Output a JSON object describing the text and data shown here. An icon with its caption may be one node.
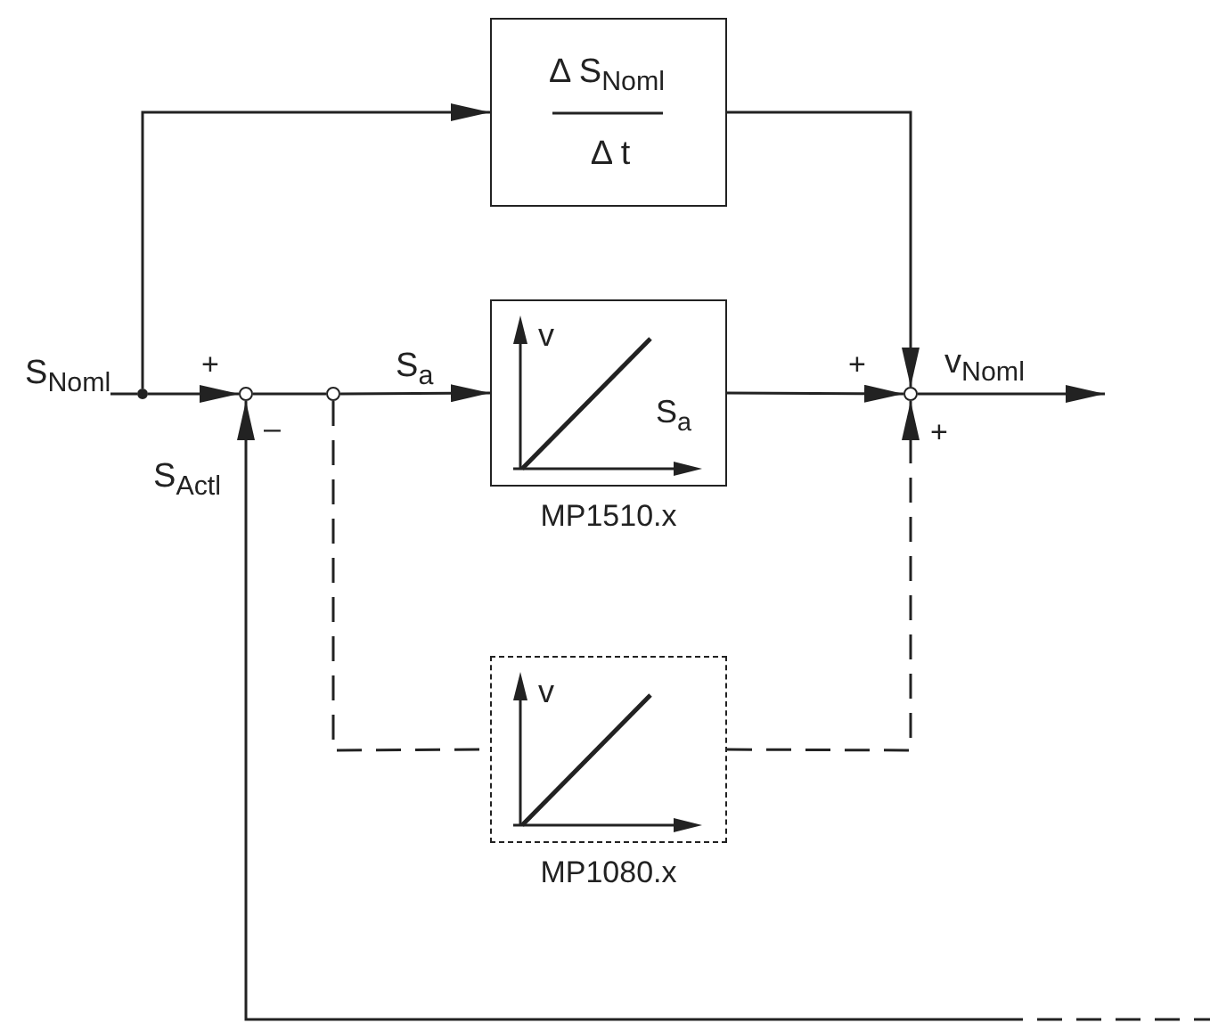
{
  "diagram": {
    "nodes": [
      {
        "text": [
          "Δ S$_{Noml}$",
          "Δ t"
        ]
      },
      {
        "text": [
          "v",
          "S$_{a}$"
        ],
        "beside": [
          "MP1510.x"
        ]
      },
      {
        "text": [
          "v"
        ],
        "beside": [
          "MP1080.x"
        ]
      },
      {
        "text": [],
        "shape": "circle"
      },
      {
        "text": [],
        "shape": "circle",
        "beside": [
          "+",
          "–"
        ]
      },
      {
        "text": [],
        "shape": "circle"
      },
      {
        "text": [],
        "shape": "circle",
        "beside": [
          "+",
          "+"
        ]
      }
    ],
    "edges": [
      {
        "from": null,
        "to": 3,
        "arrow": "none",
        "label": "S$_{Noml}$"
      },
      {
        "from": 3,
        "to": 0,
        "arrow": "to"
      },
      {
        "from": 3,
        "to": 4,
        "arrow": "to"
      },
      {
        "from": 4,
        "to": 5,
        "arrow": "none"
      },
      {
        "from": 5,
        "to": 1,
        "arrow": "to",
        "label": "S$_{a}$"
      },
      {
        "from": 1,
        "to": 6,
        "arrow": "to"
      },
      {
        "from": 0,
        "to": 6,
        "arrow": "to"
      },
      {
        "from": 6,
        "to": null,
        "arrow": "to",
        "label": "v$_{Noml}$"
      },
      {
        "from": 5,
        "to": 2,
        "arrow": "none",
        "style": "dashed"
      },
      {
        "from": 2,
        "to": 6,
        "arrow": "to",
        "style": "dashed"
      },
      {
        "from": null,
        "to": 4,
        "arrow": "to",
        "label": "S$_{Actl}$"
      }
    ]
  }
}
